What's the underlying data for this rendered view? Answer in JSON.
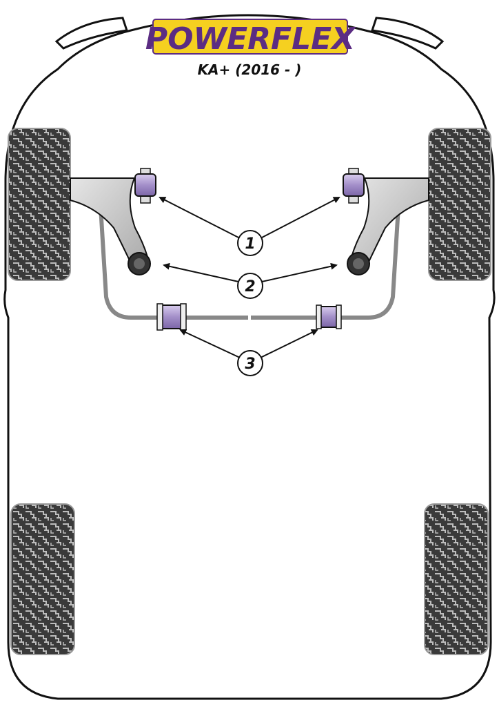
{
  "brand": {
    "name": "POWERFLEX",
    "background_color": "#f5d020",
    "text_color": "#5b2c83"
  },
  "model": {
    "title": "KA+ (2016 - )"
  },
  "callouts": [
    {
      "number": "1",
      "target": "front wishbone front bush"
    },
    {
      "number": "2",
      "target": "front wishbone rear bush"
    },
    {
      "number": "3",
      "target": "anti-roll bar bush"
    }
  ],
  "colors": {
    "outline": "#111111",
    "bush_purple": "#a38fc9",
    "arm_grey": "#c9c9c9",
    "tyre_dark": "#3a3a3a",
    "tyre_light": "#bdbdbd"
  },
  "icons": {
    "tyre": "tyre-icon",
    "bush": "bush-icon"
  }
}
